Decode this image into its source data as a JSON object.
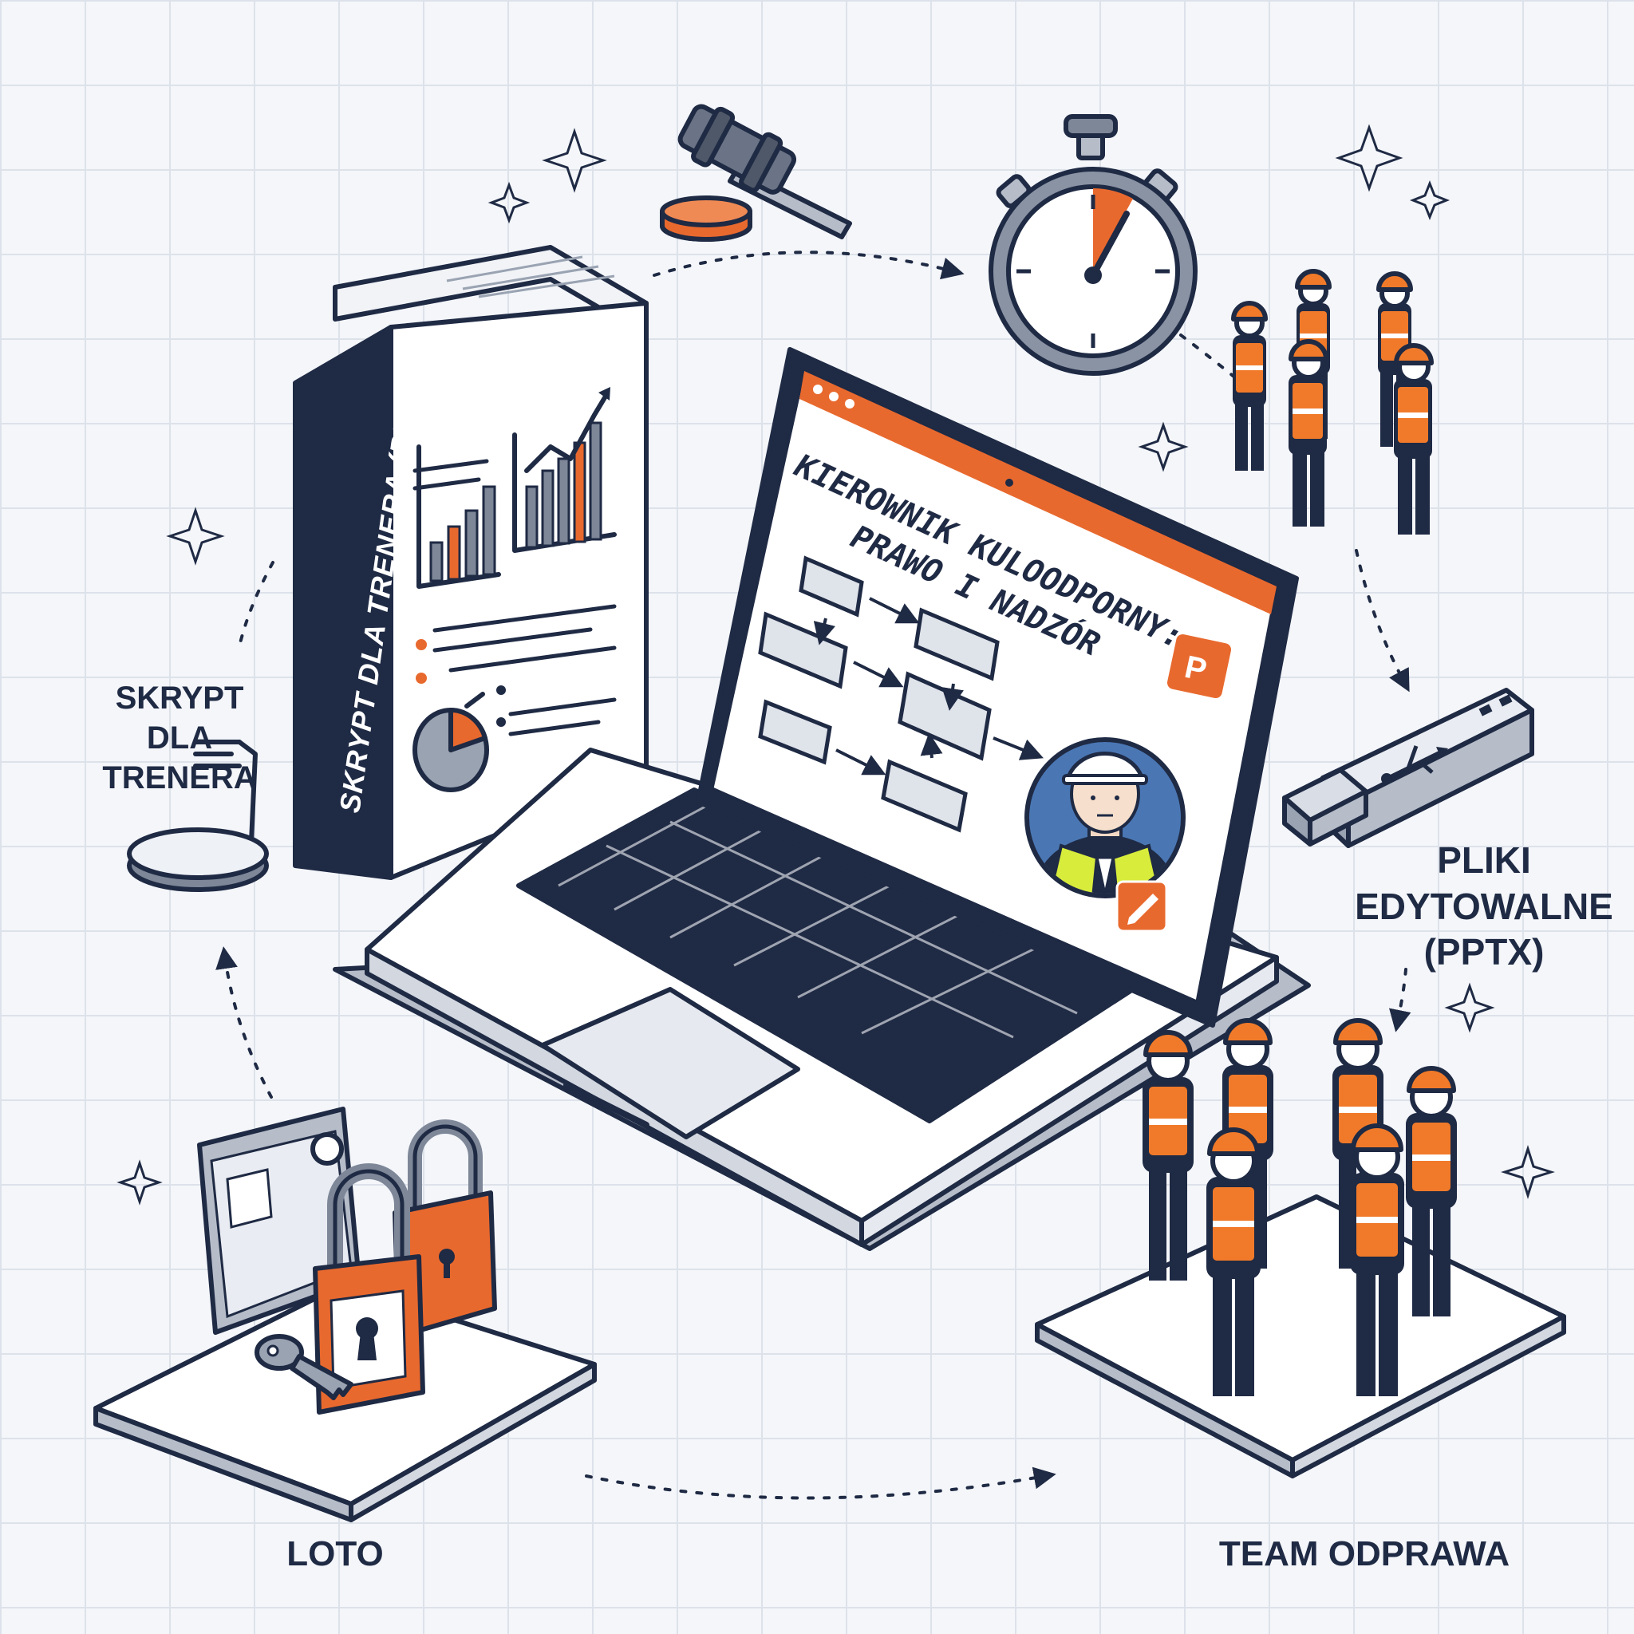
{
  "labels": {
    "skrypt": "SKRYPT\nDLA\nTRENERA",
    "pliki": "PLIKI\nEDYTOWALNE\n(PPTX)",
    "loto": "LOTO",
    "team": "TEAM ODPRAWA"
  },
  "book": {
    "spine_text": "SKRYPT DLA TRENERA (PDF)"
  },
  "slide": {
    "title_line1": "KIEROWNIK KULOODPORNY:",
    "title_line2": "PRAWO I NADZÓR",
    "app_badge": "P"
  },
  "colors": {
    "accent": "#e8692e",
    "ink": "#1f2a44",
    "steel": "#7d8798",
    "paper": "#ffffff",
    "vest": "#f07a2a",
    "hivis": "#d8ec3c",
    "background": "#f4f6fa"
  },
  "icons": [
    "gavel-icon",
    "stopwatch-icon",
    "usb-drive-icon",
    "padlock-icon",
    "key-icon",
    "powerpoint-icon",
    "edit-icon",
    "sparkle-icon"
  ]
}
